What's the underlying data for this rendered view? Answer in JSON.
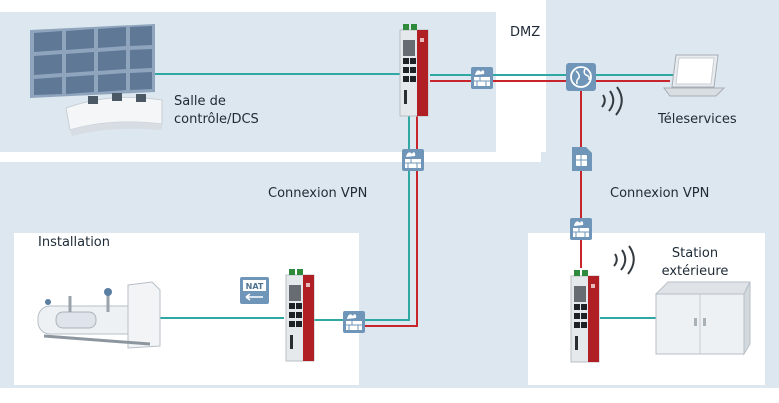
{
  "labels": {
    "dmz": "DMZ",
    "control_room": [
      "Salle de",
      "contrôle/DCS"
    ],
    "teleservices": "Téleservices",
    "vpn_left": "Connexion VPN",
    "vpn_right": "Connexion VPN",
    "installation": "Installation",
    "station": [
      "Station",
      "extérieure"
    ],
    "nat": "NAT"
  },
  "colors": {
    "zone_fill": "#dde7ef",
    "panel_fill": "#ffffff",
    "line_red": "#c8242b",
    "line_teal": "#2fa8a3",
    "router_red": "#b01f24",
    "router_grey": "#e6e9ec",
    "firewall_blue": "#6f96b8"
  },
  "icons": [
    "video-wall-icon",
    "control-desk-icon",
    "router-icon",
    "firewall-icon",
    "globe-icon",
    "laptop-icon",
    "wireless-signal-icon",
    "sim-card-icon",
    "nat-icon",
    "machine-icon",
    "cabinet-icon"
  ]
}
